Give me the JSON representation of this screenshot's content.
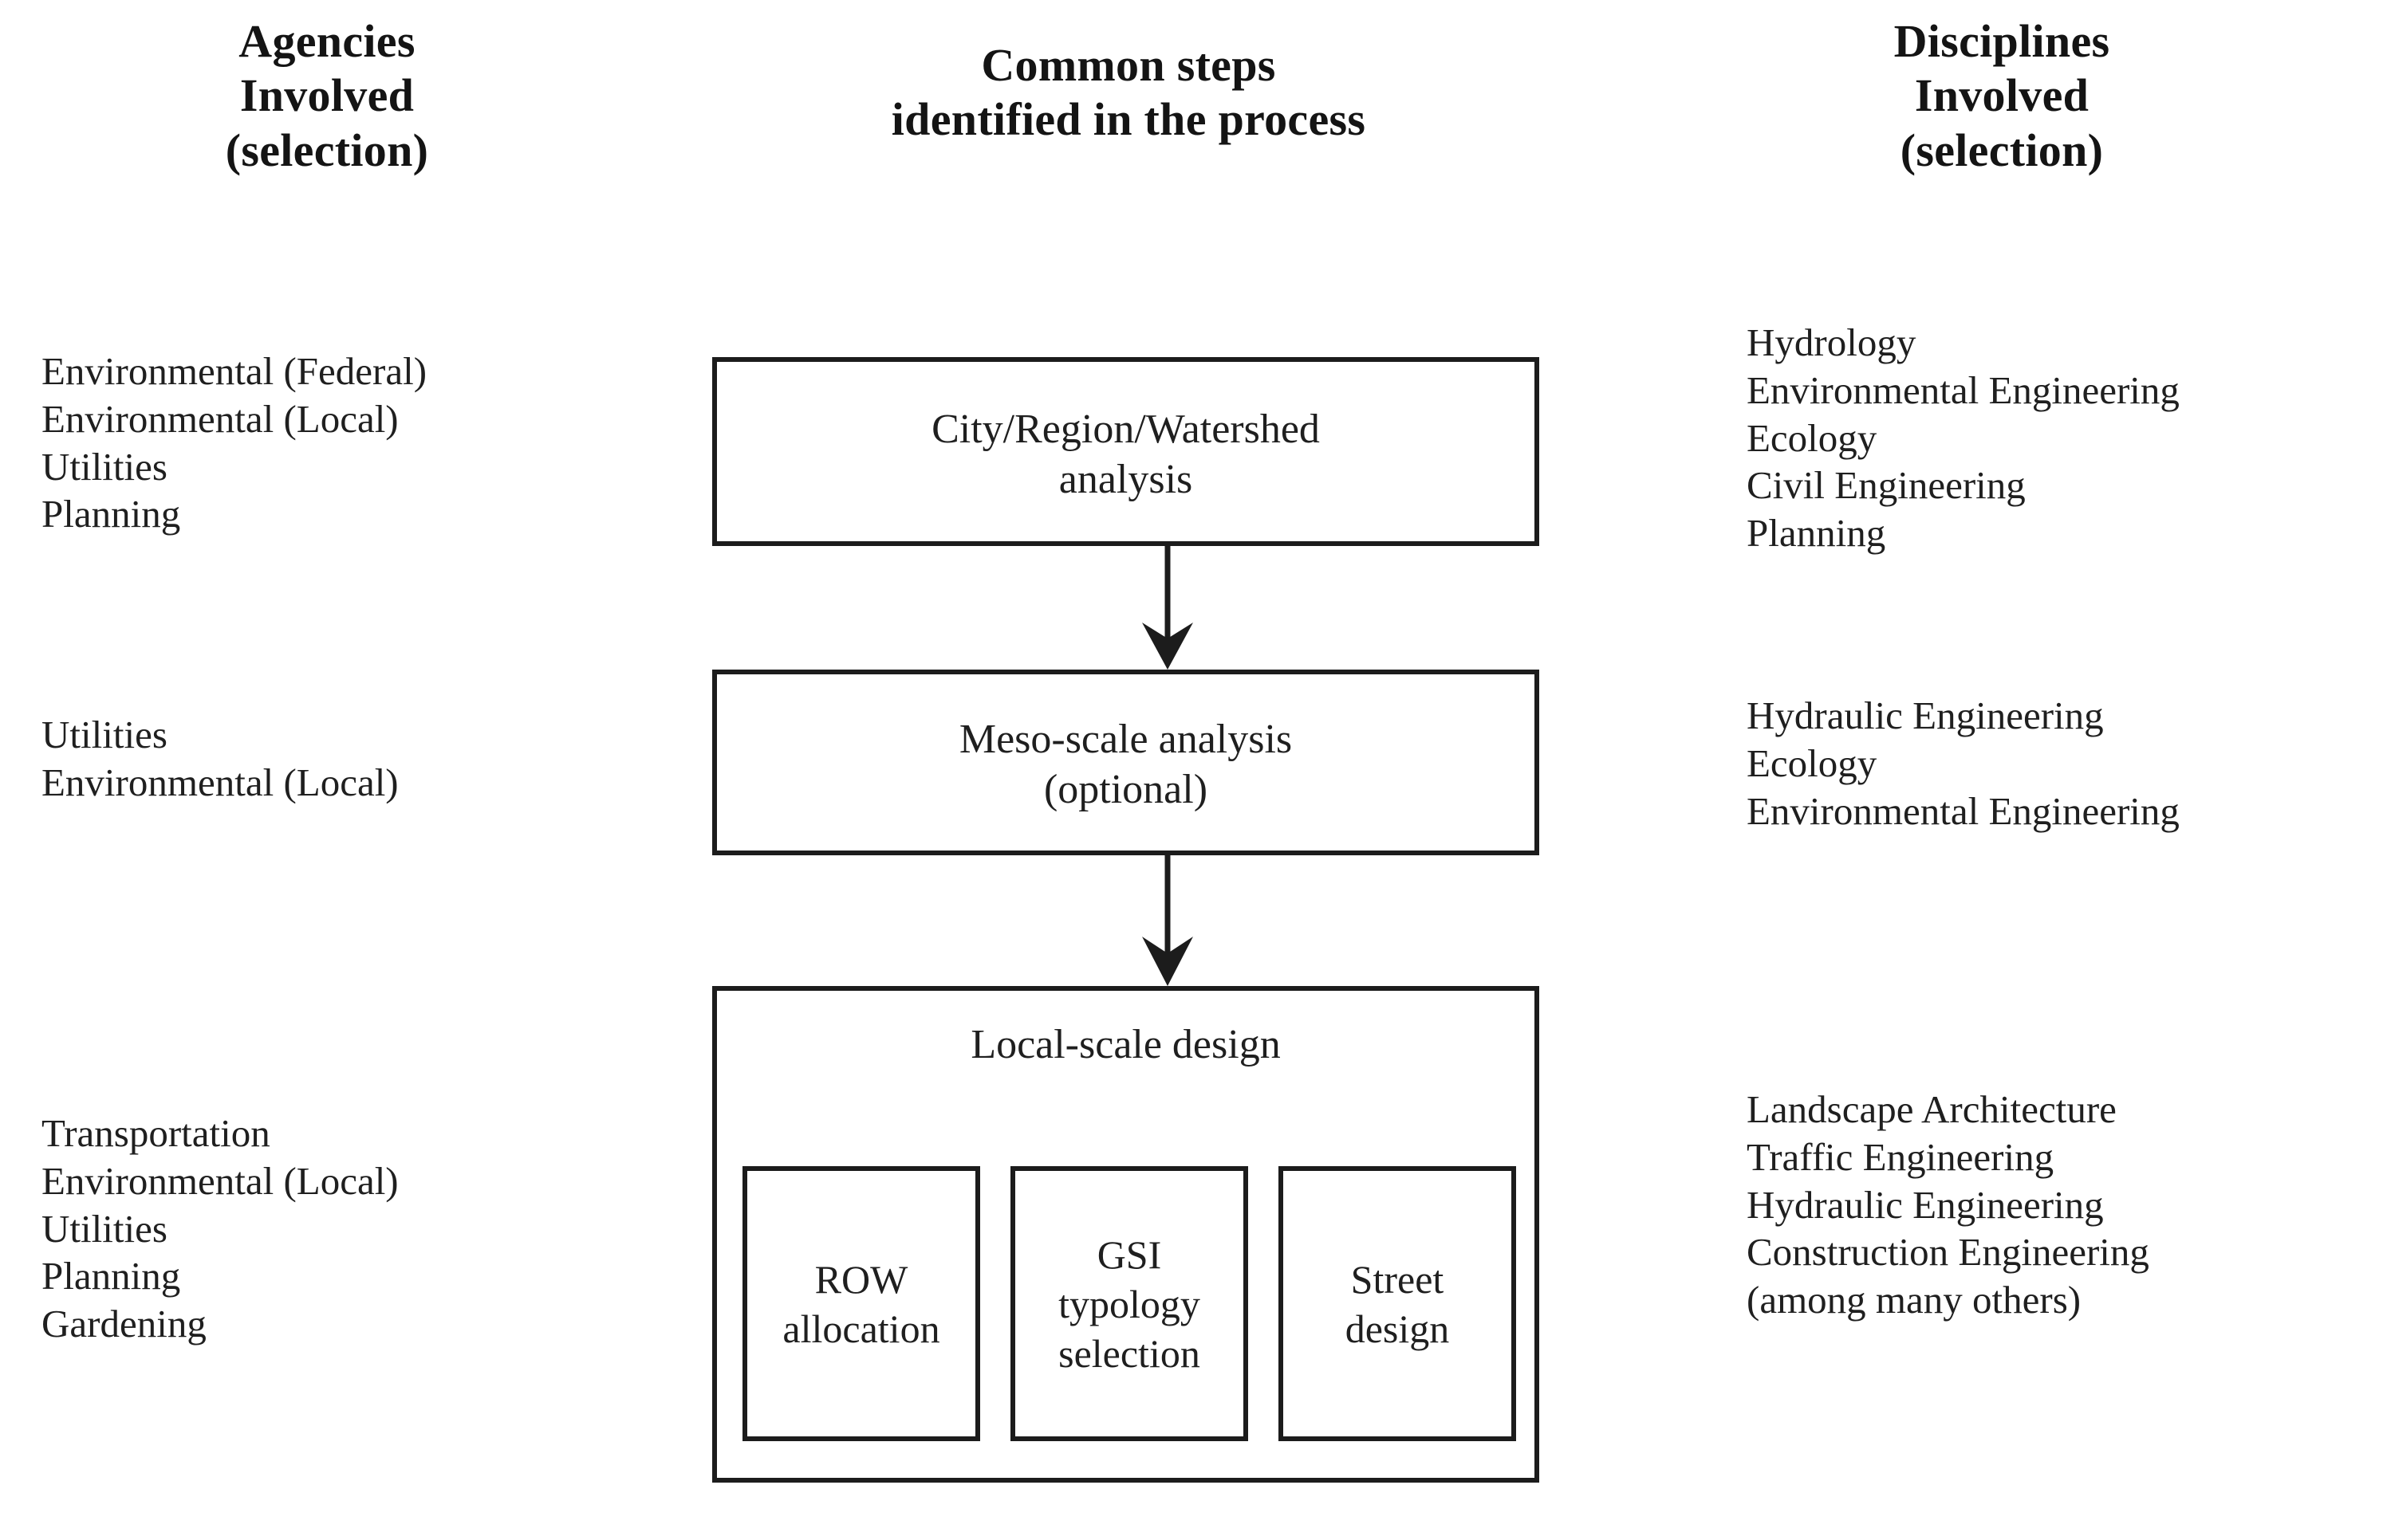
{
  "headers": {
    "agencies": [
      "Agencies",
      "Involved",
      "(selection)"
    ],
    "steps": [
      "Common steps",
      "identified in the process"
    ],
    "disciplines": [
      "Disciplines",
      "Involved",
      "(selection)"
    ]
  },
  "agencies": {
    "group_1": [
      "Environmental (Federal)",
      "Environmental (Local)",
      "Utilities",
      "Planning"
    ],
    "group_2": [
      "Utilities",
      "Environmental (Local)"
    ],
    "group_3": [
      "Transportation",
      "Environmental (Local)",
      "Utilities",
      "Planning",
      "Gardening"
    ]
  },
  "disciplines": {
    "group_1": [
      "Hydrology",
      "Environmental Engineering",
      "Ecology",
      "Civil Engineering",
      "Planning"
    ],
    "group_2": [
      "Hydraulic Engineering",
      "Ecology",
      "Environmental Engineering"
    ],
    "group_3": [
      "Landscape Architecture",
      "Traffic Engineering",
      "Hydraulic Engineering",
      "Construction Engineering",
      "(among many others)"
    ]
  },
  "flow": {
    "step_1": [
      "City/Region/Watershed",
      "analysis"
    ],
    "step_2": [
      "Meso-scale analysis",
      "(optional)"
    ],
    "step_3": [
      "Local-scale design"
    ],
    "sub_steps": [
      {
        "name": "row-allocation",
        "lines": [
          "ROW",
          "allocation"
        ]
      },
      {
        "name": "gsi-typology-selection",
        "lines": [
          "GSI",
          "typology",
          "selection"
        ]
      },
      {
        "name": "street-design",
        "lines": [
          "Street",
          "design"
        ]
      }
    ],
    "arrows": [
      {
        "name": "arrow-step1-to-step2",
        "from": "step_1",
        "to": "step_2",
        "direction": "down"
      },
      {
        "name": "arrow-step2-to-step3",
        "from": "step_2",
        "to": "step_3",
        "direction": "down"
      }
    ]
  },
  "colors": {
    "background": "#ffffff",
    "stroke": "#1c1c1c",
    "text": "#1f1f1f",
    "heading": "#141414"
  }
}
